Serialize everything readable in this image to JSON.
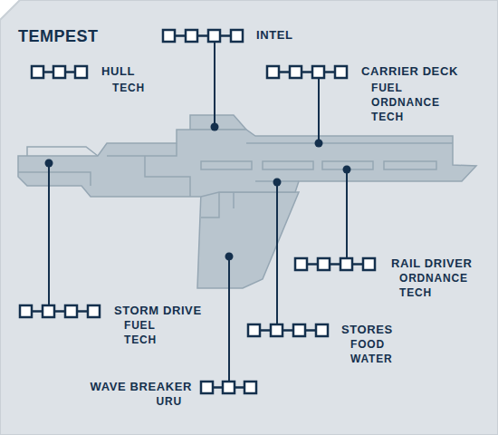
{
  "diagram": {
    "title": "TEMPEST",
    "labels": [
      "INTEL",
      "HULL",
      "TECH",
      "CARRIER DECK",
      "FUEL",
      "ORDNANCE",
      "TECH",
      "RAIL DRIVER",
      "ORDNANCE",
      "TECH",
      "STORM DRIVE",
      "FUEL",
      "TECH",
      "STORES",
      "FOOD",
      "WATER",
      "WAVE BREAKER",
      "URU"
    ]
  }
}
